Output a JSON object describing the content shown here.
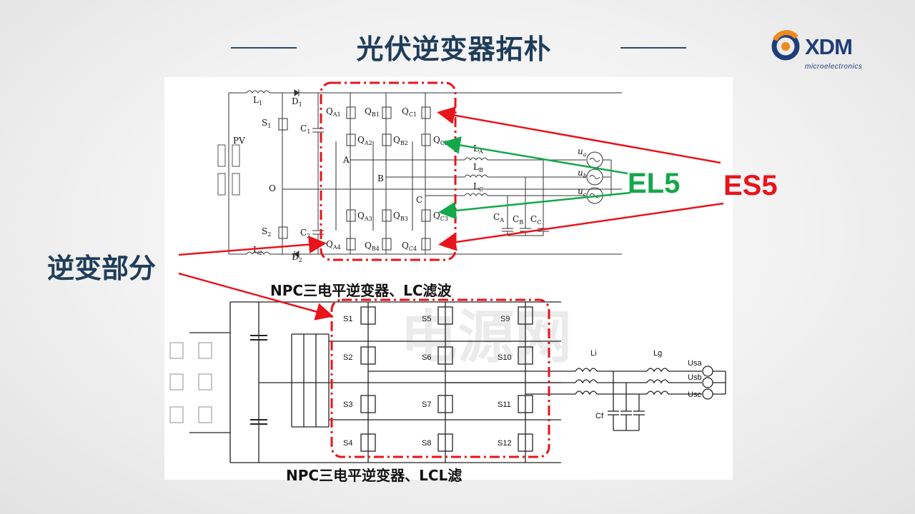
{
  "slide": {
    "title": "光伏逆变器拓朴",
    "logo": {
      "brand": "XDM",
      "sub": "microelectronics"
    },
    "labels": {
      "inverter": "逆变部分",
      "el5": "EL5",
      "es5": "ES5"
    },
    "colors": {
      "title": "#1f3d5a",
      "el5": "#13a84a",
      "es5": "#e8141c",
      "highlight": "#e8141c"
    }
  },
  "diagram_top": {
    "caption": "NPC三电平逆变器、LC滤波",
    "labels": {
      "L1": "L",
      "L1s": "1",
      "D1": "D",
      "D1s": "1",
      "S1": "S",
      "S1s": "1",
      "C1": "C",
      "C1s": "1",
      "PV": "PV",
      "O": "O",
      "S2": "S",
      "S2s": "2",
      "C2": "C",
      "C2s": "2",
      "L2": "L",
      "L2s": "2",
      "D2": "D",
      "D2s": "2",
      "QA1": "Q",
      "QA1s": "A1",
      "QB1": "Q",
      "QB1s": "B1",
      "QC1": "Q",
      "QC1s": "C1",
      "QA2": "Q",
      "QA2s": "A2",
      "QB2": "Q",
      "QB2s": "B2",
      "QC2": "Q",
      "QC2s": "C2",
      "QA3": "Q",
      "QA3s": "A3",
      "QB3": "Q",
      "QB3s": "B3",
      "QC3": "Q",
      "QC3s": "C3",
      "QA4": "Q",
      "QA4s": "A4",
      "QB4": "Q",
      "QB4s": "B4",
      "QC4": "Q",
      "QC4s": "C4",
      "A": "A",
      "B": "B",
      "C": "C",
      "LA": "L",
      "LAs": "A",
      "LB": "L",
      "LBs": "B",
      "LC": "L",
      "LCs": "C",
      "CA": "C",
      "CAs": "A",
      "CB": "C",
      "CBs": "B",
      "CC": "C",
      "CCs": "C",
      "ua": "u",
      "uas": "a",
      "ub": "u",
      "ubs": "b",
      "uc": "u",
      "ucs": "c"
    }
  },
  "diagram_bottom": {
    "caption": "NPC三电平逆变器、LCL滤",
    "switches": [
      "S1",
      "S2",
      "S3",
      "S4",
      "S5",
      "S6",
      "S7",
      "S8",
      "S9",
      "S10",
      "S11",
      "S12"
    ],
    "labels": {
      "Li": "Li",
      "Lg": "Lg",
      "Cf": "Cf",
      "Usa": "Usa",
      "Usb": "Usb",
      "Usc": "Usc"
    }
  },
  "watermark": "电源网"
}
